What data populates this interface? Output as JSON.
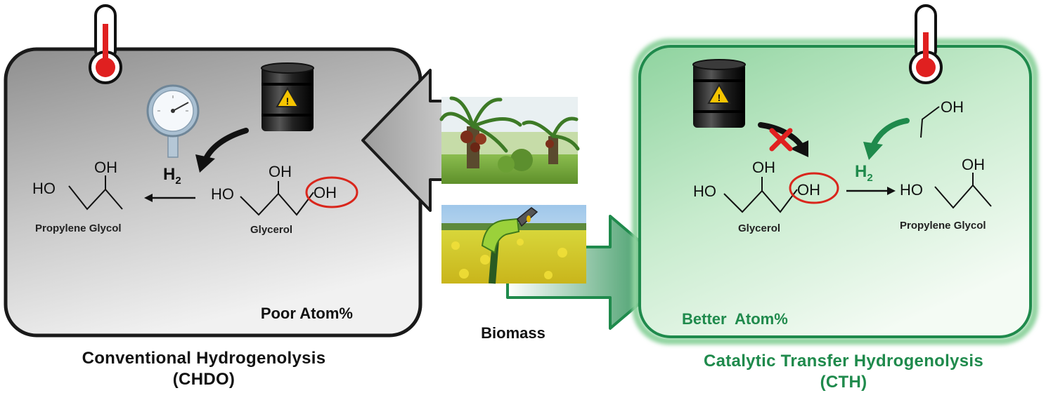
{
  "left_panel": {
    "title": "Conventional Hydrogenolysis",
    "abbr": "(CHDO)",
    "atom_label": "Poor Atom%",
    "product": {
      "oh": "OH",
      "ho": "HO",
      "name": "Propylene Glycol"
    },
    "reactant": {
      "oh1": "OH",
      "ho": "HO",
      "oh2": "OH",
      "name": "Glycerol"
    },
    "h2": "H",
    "h2_sub": "2"
  },
  "right_panel": {
    "title": "Catalytic Transfer Hydrogenolysis",
    "abbr": "(CTH)",
    "atom_label": "Better  Atom%",
    "reactant": {
      "oh1": "OH",
      "ho": "HO",
      "oh2": "OH",
      "name": "Glycerol"
    },
    "product": {
      "oh": "OH",
      "ho": "HO",
      "name": "Propylene Glycol"
    },
    "donor_oh": "OH",
    "h2": "H",
    "h2_sub": "2"
  },
  "center": {
    "label": "Biomass"
  },
  "colors": {
    "green": "#1f8a4c",
    "red": "#d9261c",
    "gray_panel": "#9a9a9a"
  },
  "icons": [
    "thermometer-icon",
    "pressure-gauge-icon",
    "oil-barrel-icon",
    "palm-tree-photo",
    "fuel-nozzle-photo",
    "cross-mark-icon"
  ]
}
